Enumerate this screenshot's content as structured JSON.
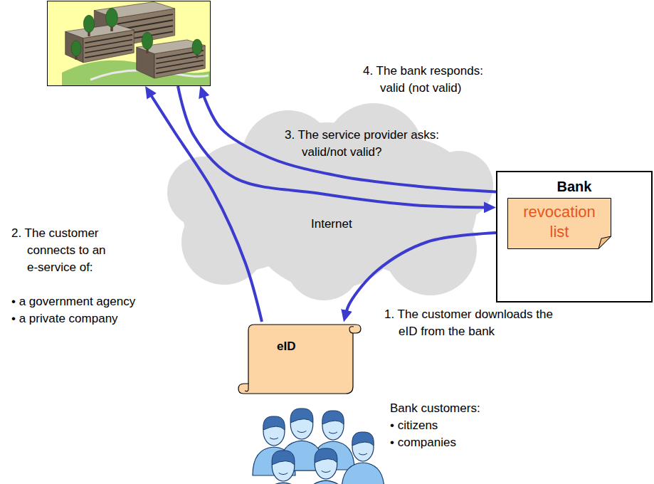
{
  "diagram": {
    "nodes": [
      {
        "text": []
      },
      {
        "text": [
          "Bank"
        ]
      },
      {
        "text": [
          "revocation list"
        ],
        "in": 1
      },
      {
        "text": [
          "Internet"
        ]
      },
      {
        "text": [
          "eID"
        ]
      }
    ],
    "edges": [
      {
        "from": 1,
        "to": 4,
        "arrow": "to",
        "label": "1. The customer downloads the eID from the bank"
      },
      {
        "from": 4,
        "to": 0,
        "arrow": "to",
        "label": "2. The customer connects to an e-service of:"
      },
      {
        "from": 0,
        "to": 1,
        "arrow": "to",
        "label": "3. The service provider asks: valid/not valid?"
      },
      {
        "from": 1,
        "to": 0,
        "arrow": "to",
        "label": "4. The bank responds: valid (not valid)"
      }
    ],
    "labels": [
      "• a government agency",
      "• a private company",
      "Bank customers:",
      "• citizens",
      "• companies"
    ]
  }
}
